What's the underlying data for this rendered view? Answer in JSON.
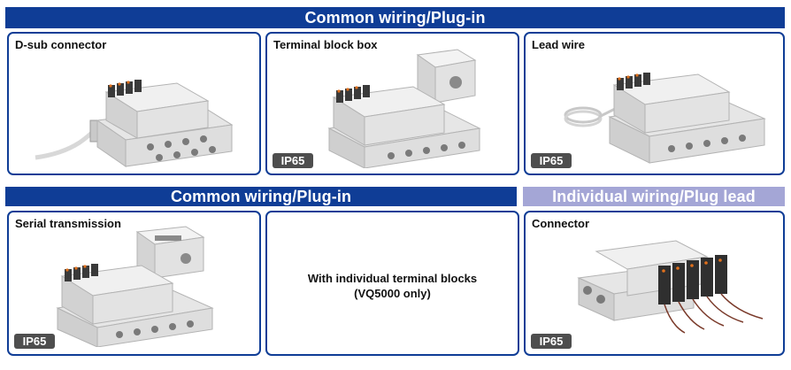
{
  "banners": {
    "top": "Common wiring/Plug-in",
    "bottom_left": "Common wiring/Plug-in",
    "bottom_right": "Individual wiring/Plug lead"
  },
  "cards": {
    "dsub": {
      "title": "D-sub connector"
    },
    "terminal_box": {
      "title": "Terminal block box",
      "badge": "IP65"
    },
    "lead_wire": {
      "title": "Lead wire",
      "badge": "IP65"
    },
    "serial": {
      "title": "Serial transmission",
      "badge": "IP65"
    },
    "individual_terminal": {
      "line1": "With individual terminal blocks",
      "line2": "(VQ5000 only)"
    },
    "connector": {
      "title": "Connector",
      "badge": "IP65"
    }
  },
  "colors": {
    "brand_blue": "#0f3d96",
    "lavender": "#a4a6d6",
    "badge_gray": "#4e4e4e"
  }
}
